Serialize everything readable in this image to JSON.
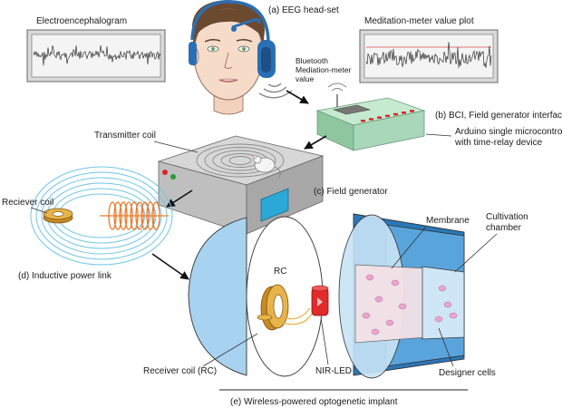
{
  "labels": {
    "eeg_headset": "(a) EEG head-set",
    "electroencephalogram": "Electroencephalogram",
    "meditation_plot": "Meditation-meter value plot",
    "bluetooth_lines": [
      "Bluetooth",
      "Mediation-meter",
      "value"
    ],
    "bci": "(b) BCI, Field generator interface",
    "arduino_lines": [
      "Arduino single microcontroler",
      "with time-relay device"
    ],
    "transmitter_coil": "Transmitter coil",
    "field_generator": "(c) Field generator",
    "receiver_coil_left": "Reciever coil",
    "inductive_link": "(d) Inductive power link",
    "membrane": "Membrane",
    "cultivation_lines": [
      "Cultivation",
      "chamber"
    ],
    "rc": "RC",
    "receiver_coil_rc": "Receiver coil (RC)",
    "nir_led": "NIR-LED",
    "designer_cells": "Designer cells",
    "implant_caption": "(e) Wireless-powered optogenetic implant"
  },
  "colors": {
    "panel_fill": "#eeeeee",
    "trace": "#444444",
    "headset": "#2a6fb5",
    "skin": "#f6dcc8",
    "board": "#a9d7b9",
    "coil": "#e87a2a",
    "link": "#6ec6e6",
    "dome": "#a8d3f0",
    "led": "#e12a2a",
    "cells": "#e9a7cf"
  }
}
